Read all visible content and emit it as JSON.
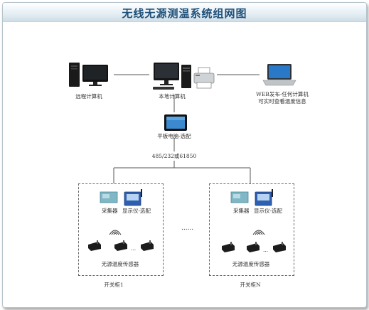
{
  "title": "无线无源测温系统组网图",
  "nodes": {
    "remote_pc": "远程计算机",
    "local_pc": "本地计算机",
    "web_pc_line1": "WEB发布-任何计算机",
    "web_pc_line2": "可实时查看温度信息",
    "tablet": "平板电脑-选配",
    "bus": "485/232或61850"
  },
  "cabinets": [
    {
      "collector": "采集器",
      "display": "显示仪-选配",
      "sensors": "无源温度传感器",
      "name": "开关柜1",
      "ellipsis": "..."
    },
    {
      "collector": "采集器",
      "display": "显示仪-选配",
      "sensors": "无源温度传感器",
      "name": "开关柜N",
      "ellipsis": "..."
    }
  ],
  "between": "......"
}
